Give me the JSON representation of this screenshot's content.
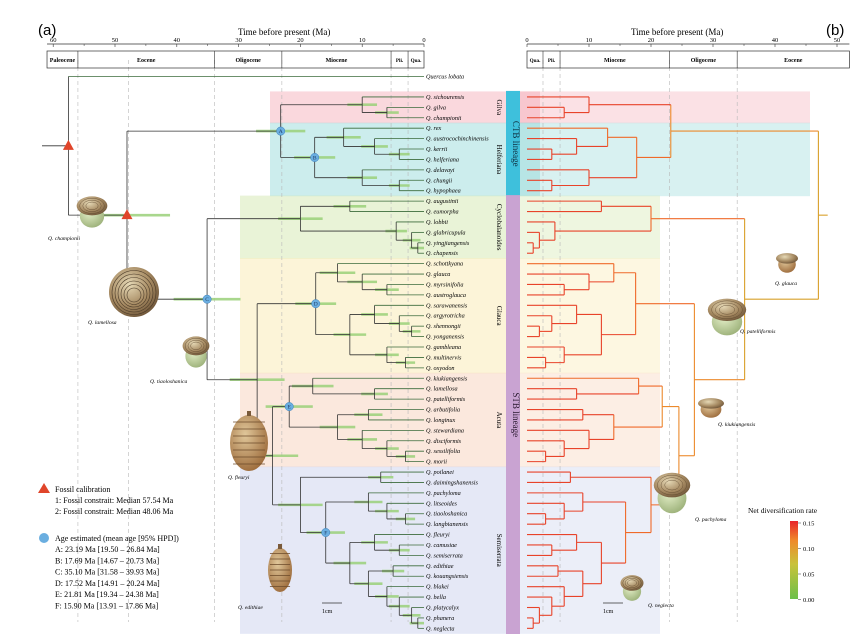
{
  "panels": {
    "left": "(a)",
    "right": "(b)"
  },
  "axis": {
    "title": "Time before present (Ma)",
    "left_ticks": [
      "60",
      "50",
      "40",
      "30",
      "20",
      "10",
      "0"
    ],
    "right_ticks": [
      "0",
      "10",
      "20",
      "30",
      "40",
      "50"
    ]
  },
  "epochs_left": [
    "Paleocene",
    "Eocene",
    "Oligocene",
    "Miocene",
    "Pli.",
    "Qua."
  ],
  "epochs_right": [
    "Qua.",
    "Pli.",
    "Miocene",
    "Oligocene",
    "Eocene"
  ],
  "outgroup": "Quercus lobata",
  "taxa": [
    "Q. sichourensis",
    "Q. gilva",
    "Q. championii",
    "Q. rex",
    "Q. austrocochinchinensis",
    "Q. kerrii",
    "Q. helferiana",
    "Q. delavayi",
    "Q. chungii",
    "Q. hypophaea",
    "Q. augustinii",
    "Q. eumorpha",
    "Q. lobbii",
    "Q. glabricupula",
    "Q. yingjiangensis",
    "Q. chapensis",
    "Q. schottkyana",
    "Q. glauca",
    "Q. myrsinifolia",
    "Q. austroglauca",
    "Q. sarawanensis",
    "Q. argyrotricha",
    "Q. shennongii",
    "Q. yonganensis",
    "Q. gambleana",
    "Q. multinervis",
    "Q. oxyodon",
    "Q. kiukiangensis",
    "Q. lamellosa",
    "Q. patelliformis",
    "Q. arbutifolia",
    "Q. longinux",
    "Q. stewardiana",
    "Q. disciformis",
    "Q. sessilifolia",
    "Q. morii",
    "Q. poilanei",
    "Q. daimingshanensis",
    "Q. pachyloma",
    "Q. litseoides",
    "Q. tiaoloshanica",
    "Q. langbianensis",
    "Q. fleuryi",
    "Q. camusiae",
    "Q. semiserrata",
    "Q. edithiae",
    "Q. kouangsiensis",
    "Q. blakei",
    "Q. bella",
    "Q. platycalyx",
    "Q. phanera",
    "Q. neglecta"
  ],
  "groups": [
    {
      "name": "Gilva",
      "color": "#f4a8b4"
    },
    {
      "name": "Helferiana",
      "color": "#8fd8d8"
    },
    {
      "name": "Cyclobalanoides",
      "color": "#cfe5a6"
    },
    {
      "name": "Glauca",
      "color": "#f9e7a8"
    },
    {
      "name": "Acuta",
      "color": "#f7cdb3"
    },
    {
      "name": "Semiserrata",
      "color": "#c6cdec"
    }
  ],
  "lineages": {
    "ctb": "CTB lineage",
    "stb": "STB lineage"
  },
  "nodes": [
    "A",
    "B",
    "C",
    "D",
    "E",
    "F"
  ],
  "legend": {
    "fossil_title": "Fossil calibration",
    "fossil_items": [
      "1: Fossil constrait: Median 57.54 Ma",
      "2: Fossil constrait: Median 48.06 Ma"
    ],
    "age_title": "Age estimated (mean age [95% HPD])",
    "age_items": [
      "A: 23.19 Ma [19.50 – 26.84 Ma]",
      "B: 17.69 Ma [14.67 – 20.73 Ma]",
      "C: 35.10 Ma [31.58 – 39.93 Ma]",
      "D: 17.52 Ma [14.91 – 20.24 Ma]",
      "E: 21.81 Ma [19.34 – 24.38 Ma]",
      "F: 15.90 Ma [13.91 – 17.86 Ma]"
    ]
  },
  "rate_legend": {
    "title": "Net diversification rate",
    "ticks": [
      "0.15",
      "0.10",
      "0.05",
      "0.00"
    ]
  },
  "acorn_labels": [
    "Q. championii",
    "Q. lamellosa",
    "Q. tiaoloshanica",
    "Q. fleuryi",
    "Q. edithiae",
    "Q. glauca",
    "Q. patelliformis",
    "Q. kiukiangensis",
    "Q. pachyloma",
    "Q. neglecta"
  ],
  "scale_label": "1cm",
  "colors": {
    "ctb": "#3ec0dc",
    "stb": "#c9a3d2",
    "fossil": "#e0452a",
    "node": "#6aaee0"
  }
}
